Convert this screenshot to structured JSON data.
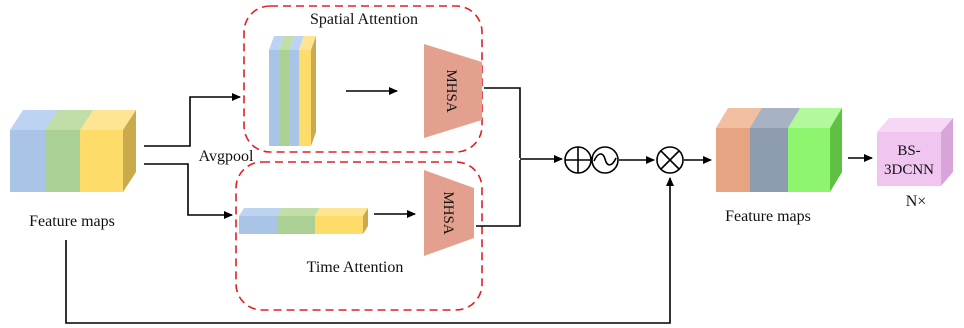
{
  "labels": {
    "spatial_attention": "Spatial Attention",
    "time_attention": "Time Attention",
    "avgpool": "Avgpool",
    "feature_maps_in": "Feature maps",
    "feature_maps_out": "Feature maps",
    "mhsa_spatial": "MHSA",
    "mhsa_time": "MHSA",
    "bs_3dcnn_line1": "BS-",
    "bs_3dcnn_line2": "3DCNN",
    "repeat": "N×"
  },
  "colors": {
    "blue": "#a9c4e6",
    "green": "#abd094",
    "yellow": "#fddc6a",
    "salmon": "#e6a482",
    "slate": "#8e9cb0",
    "bright_green": "#8ef56f",
    "mhsa": "#e4a08e",
    "pink": "#f0c5f0",
    "dashed_red": "#e02020"
  },
  "icons": {
    "add_operator": "circle-plus-icon",
    "activation_operator": "circle-tilde-icon",
    "multiply_operator": "circle-times-icon"
  }
}
